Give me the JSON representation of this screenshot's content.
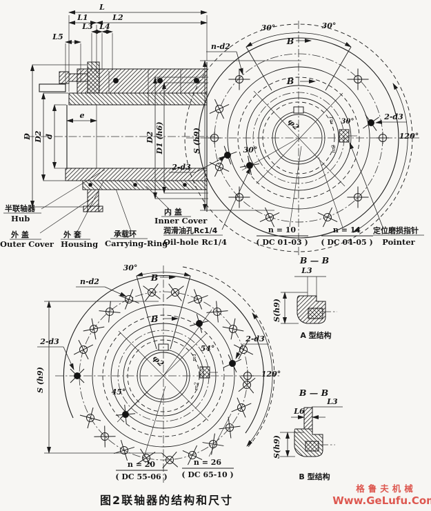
{
  "caption": "图2联轴器的结构和尺寸",
  "watermark": {
    "zh": "格鲁夫机械",
    "en": "Www.GeLufu.Com",
    "color": "#dd5850"
  },
  "colors": {
    "line": "#1c1c1c",
    "paper": "#f7f6f3",
    "watermark": "#dd5850"
  },
  "section": {
    "dims": {
      "L": "L",
      "L1": "L1",
      "L2": "L2",
      "L3": "L3",
      "L4": "L4",
      "L5": "L5",
      "D": "D",
      "D2_left": "D2",
      "d": "d",
      "e": "e",
      "D2_right": "D2",
      "D1": "D1 (h6)"
    },
    "parts": [
      {
        "zh": "半联轴器",
        "en": "Hub"
      },
      {
        "zh": "外 盖",
        "en": "Outer Cover"
      },
      {
        "zh": "外 套",
        "en": "Housing"
      },
      {
        "zh": "承载环",
        "en": "Carrying-Ring"
      },
      {
        "zh": "内 盖",
        "en": "Inner Cover"
      }
    ]
  },
  "front_view": {
    "deg30_left": "30°",
    "deg30_right": "30°",
    "deg30_inner_left": "30°",
    "deg30_inner_right": "30°",
    "deg120": "120°",
    "b_mark": "B",
    "n_d2": "n-d2",
    "d3_left": "2-d3",
    "d3_right": "2-d3",
    "s_h9": "S (h9)",
    "phi2": "φ2",
    "m1": "m1",
    "m2": "m2",
    "oil_hole": {
      "zh": "润滑油孔Rc1/4",
      "en": "Oil-hole Rc1/4"
    },
    "pointer": {
      "zh": "定位磨损指针",
      "en": "Pointer"
    },
    "tables": [
      {
        "n": "n = 10",
        "code": "( DC 01-03 )"
      },
      {
        "n": "n = 14",
        "code": "( DC 04-05 )"
      }
    ]
  },
  "front_view_2": {
    "deg30": "30°",
    "deg45": "45°",
    "deg54": "54°",
    "deg120": "120°",
    "b_mark": "B",
    "n_d2": "n-d2",
    "d3_left": "2-d3",
    "d3_right": "2-d3",
    "s_h9": "S (h9)",
    "phi2": "φ2",
    "m1": "m1",
    "m2": "m2",
    "tables": [
      {
        "n": "n = 20",
        "code": "( DC 55-06 )"
      },
      {
        "n": "n = 26",
        "code": "( DC 65-10 )"
      }
    ]
  },
  "detail_a": {
    "title": "B — B",
    "l3": "L3",
    "s_h9": "S(h9)",
    "caption": "A 型结构"
  },
  "detail_b": {
    "title": "B — B",
    "l3": "L3",
    "l6": "L6",
    "s_h9": "S(h9)",
    "caption": "B 型结构"
  }
}
